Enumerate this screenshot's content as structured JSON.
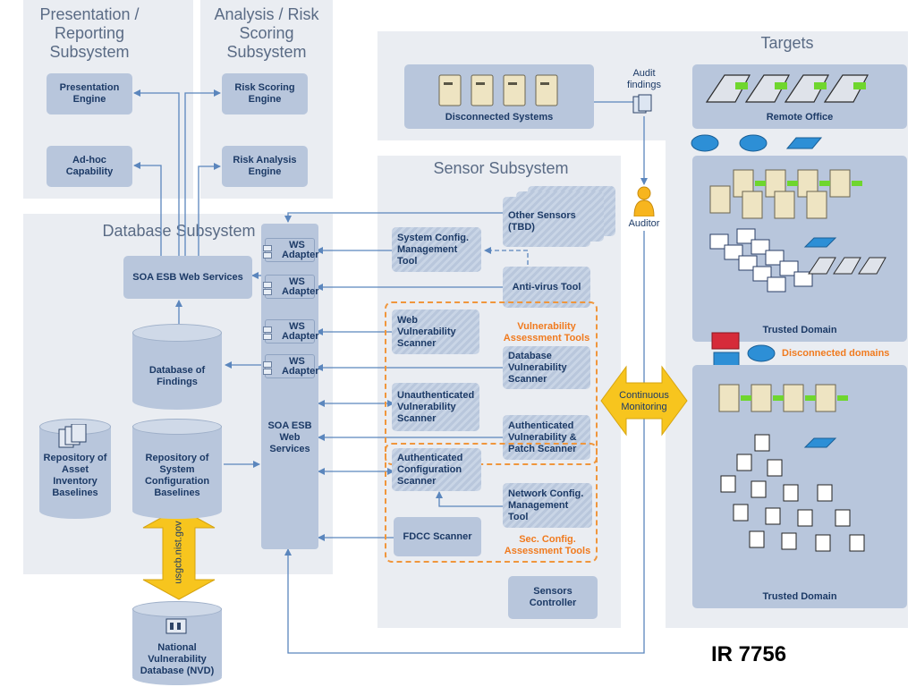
{
  "panels": {
    "presentation": "Presentation / Reporting Subsystem",
    "analysis": "Analysis / Risk Scoring Subsystem",
    "database": "Database Subsystem",
    "sensor": "Sensor Subsystem",
    "targets": "Targets"
  },
  "boxes": {
    "presentation_engine": "Presentation Engine",
    "adhoc": "Ad-hoc Capability",
    "risk_scoring": "Risk Scoring Engine",
    "risk_analysis": "Risk Analysis Engine",
    "soa_web_services": "SOA ESB Web Services",
    "ws_adapter": "WS Adapter",
    "soa_bar": "SOA ESB Web Services",
    "disconnected_systems": "Disconnected Systems",
    "audit_findings": "Audit findings",
    "auditor": "Auditor",
    "other_sensors": "Other Sensors (TBD)",
    "sys_config": "System Config. Management Tool",
    "antivirus": "Anti-virus Tool",
    "web_vuln": "Web Vulnerability Scanner",
    "vuln_tools": "Vulnerability Assessment Tools",
    "db_vuln": "Database Vulnerability Scanner",
    "unauth_vuln": "Unauthenticated Vulnerability Scanner",
    "auth_vuln": "Authenticated Vulnerability & Patch Scanner",
    "auth_config": "Authenticated Configuration Scanner",
    "net_config": "Network Config. Management Tool",
    "fdcc": "FDCC Scanner",
    "sec_config_tools": "Sec. Config. Assessment Tools",
    "sensors_controller": "Sensors Controller",
    "continuous_monitoring": "Continuous Monitoring",
    "db_findings": "Database of Findings",
    "repo_asset": "Repository of Asset Inventory Baselines",
    "repo_config": "Repository of System Configuration Baselines",
    "usgcb": "usgcb.nist.gov",
    "nvd": "National Vulnerability Database (NVD)",
    "remote_office": "Remote Office",
    "trusted_domain_1": "Trusted Domain",
    "disconnected_domains": "Disconnected domains",
    "trusted_domain_2": "Trusted Domain"
  },
  "footer": "IR 7756",
  "colors": {
    "panel": "#eaedf2",
    "box": "#b8c6dc",
    "text": "#1c3a66",
    "arrow": "#5b86bd",
    "orange": "#f07a1e",
    "yellow_arrow": "#f7c51e"
  }
}
